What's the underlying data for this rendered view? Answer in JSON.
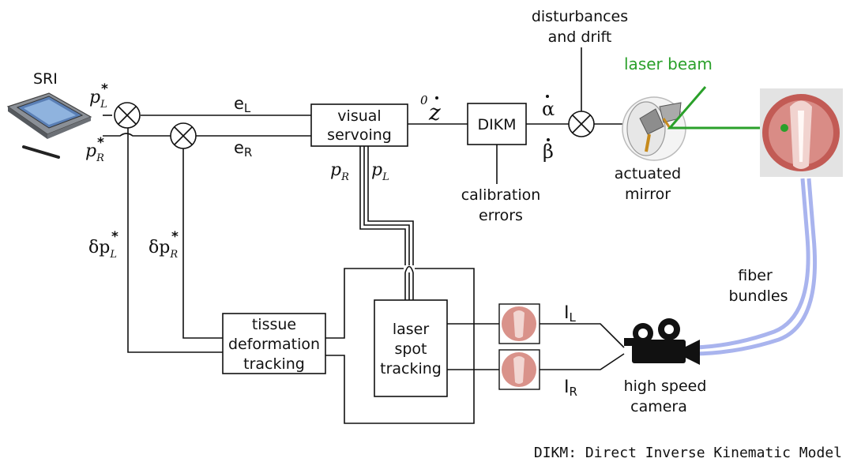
{
  "labels": {
    "sri": "SRI",
    "e_left": "e",
    "e_left_sub": "L",
    "e_right": "e",
    "e_right_sub": "R",
    "visual_servoing_line1": "visual",
    "visual_servoing_line2": "servoing",
    "z_dot_sup": "0",
    "z_dot": "z",
    "dikm": "DIKM",
    "alpha_dot": "α",
    "beta_dot": "β",
    "disturbances_line1": "disturbances",
    "disturbances_line2": "and drift",
    "laser_beam": "laser beam",
    "actuated_mirror_line1": "actuated",
    "actuated_mirror_line2": "mirror",
    "calibration_line1": "calibration",
    "calibration_line2": "errors",
    "p_l_star": "p",
    "p_l_star_sub": "L",
    "p_r_star": "p",
    "p_r_star_sub": "R",
    "p_r": "p",
    "p_r_sub": "R",
    "p_l": "p",
    "p_l_sub": "L",
    "delta_p_l": "δp",
    "delta_p_l_sub": "L",
    "delta_p_r": "δp",
    "delta_p_r_sub": "R",
    "tissue_line1": "tissue",
    "tissue_line2": "deformation",
    "tissue_line3": "tracking",
    "laser_spot_line1": "laser",
    "laser_spot_line2": "spot",
    "laser_spot_line3": "tracking",
    "i_left": "I",
    "i_left_sub": "L",
    "i_right": "I",
    "i_right_sub": "R",
    "fiber_line1": "fiber",
    "fiber_line2": "bundles",
    "camera_line1": "high speed",
    "camera_line2": "camera",
    "footnote": "DIKM: Direct Inverse Kinematic Model",
    "star": "*"
  },
  "colors": {
    "laser_green": "#2aa02a",
    "fiber_blue": "#a9b4ee",
    "tissue_pink": "#d9928a",
    "tissue_dark": "#b5534d"
  },
  "icons": [
    "tablet-icon",
    "stylus-icon",
    "mirror-icon",
    "camera-icon",
    "larynx-image-icon"
  ]
}
